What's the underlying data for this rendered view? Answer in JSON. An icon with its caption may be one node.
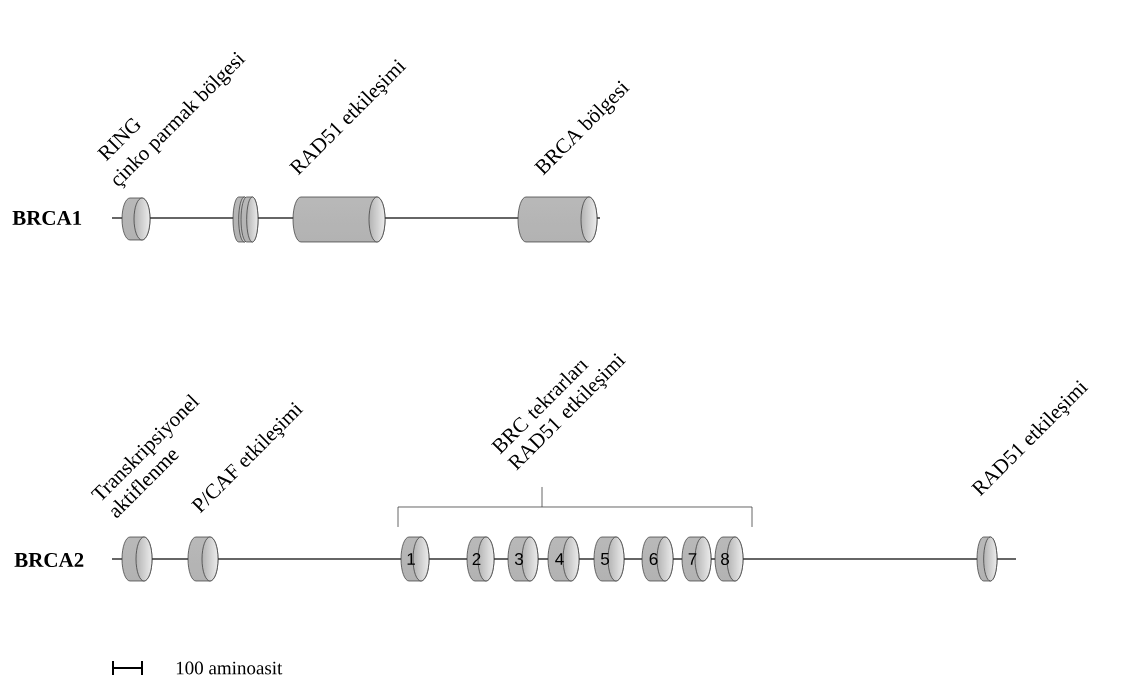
{
  "diagram": {
    "nodes": [
      {
        "text": [],
        "shape": "cylinder"
      },
      {
        "text": [],
        "shape": "cylinder"
      },
      {
        "text": [],
        "shape": "cylinder"
      },
      {
        "text": [],
        "shape": "cylinder"
      },
      {
        "text": [],
        "shape": "cylinder"
      },
      {
        "text": [],
        "shape": "cylinder"
      },
      {
        "text": [
          "1"
        ]
      },
      {
        "text": [
          "2"
        ]
      },
      {
        "text": [
          "3"
        ]
      },
      {
        "text": [
          "4"
        ]
      },
      {
        "text": [
          "5"
        ]
      },
      {
        "text": [
          "6"
        ]
      },
      {
        "text": [
          "7"
        ]
      },
      {
        "text": [
          "8"
        ]
      },
      {
        "text": [],
        "shape": "cylinder"
      }
    ],
    "labels": [
      "RING",
      "çinko parmak bölgesi",
      "RAD51 etkileşimi",
      "BRCA bölgesi",
      "BRCA1",
      "Transkripsiyonel aktiflenme",
      "P/CAF etkileşimi",
      "BRC tekrarları RAD51 etkileşimi",
      "RAD51 etkileşimi",
      "BRCA2",
      "100 aminoasit"
    ]
  }
}
